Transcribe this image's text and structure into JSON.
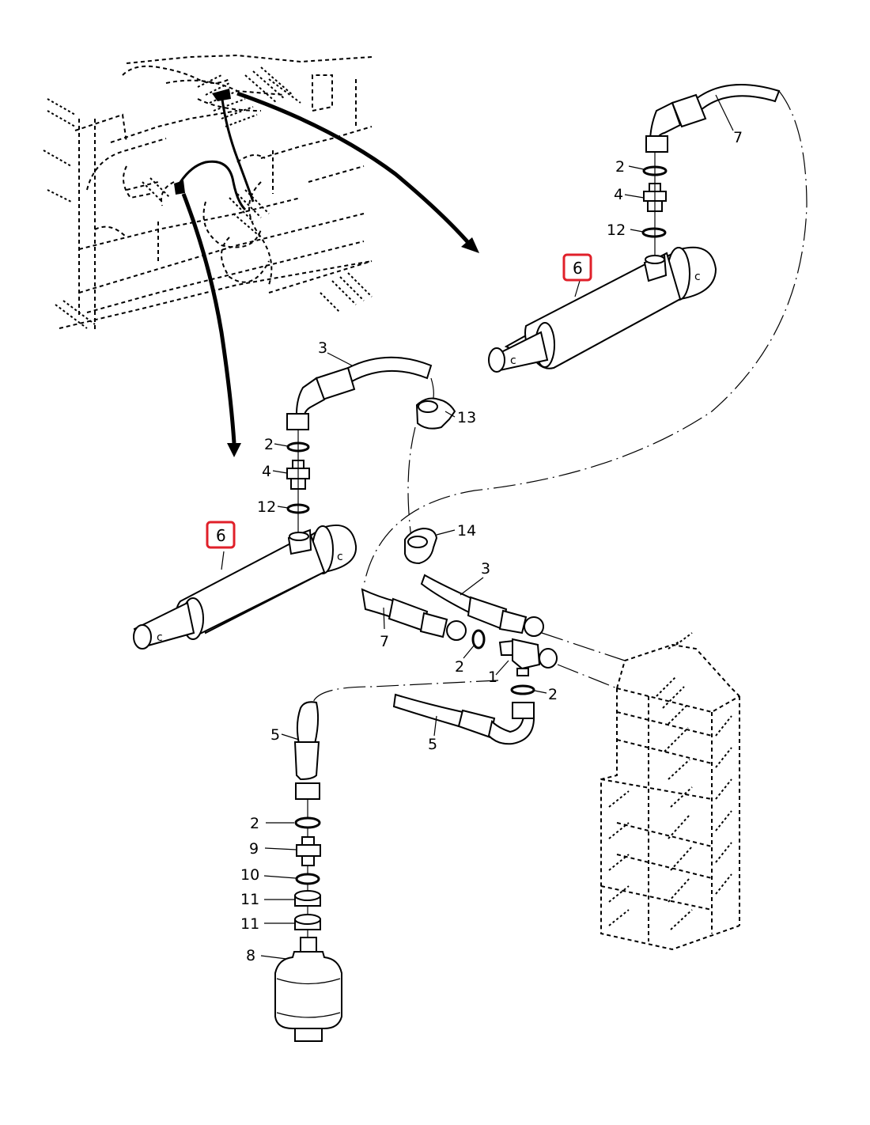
{
  "diagram": {
    "title": "Hydraulic cylinder and accumulator hose assembly (exploded view)",
    "highlight_color": "#e0202a",
    "callouts": [
      {
        "id": "c1",
        "text": "1"
      },
      {
        "id": "c2a",
        "text": "2"
      },
      {
        "id": "c2b",
        "text": "2"
      },
      {
        "id": "c2c",
        "text": "2"
      },
      {
        "id": "c2d",
        "text": "2"
      },
      {
        "id": "c2e",
        "text": "2"
      },
      {
        "id": "c3a",
        "text": "3"
      },
      {
        "id": "c3b",
        "text": "3"
      },
      {
        "id": "c4a",
        "text": "4"
      },
      {
        "id": "c4b",
        "text": "4"
      },
      {
        "id": "c5a",
        "text": "5"
      },
      {
        "id": "c5b",
        "text": "5"
      },
      {
        "id": "c6a",
        "text": "6"
      },
      {
        "id": "c6b",
        "text": "6"
      },
      {
        "id": "c7a",
        "text": "7"
      },
      {
        "id": "c7b",
        "text": "7"
      },
      {
        "id": "c8",
        "text": "8"
      },
      {
        "id": "c9",
        "text": "9"
      },
      {
        "id": "c10",
        "text": "10"
      },
      {
        "id": "c11a",
        "text": "11"
      },
      {
        "id": "c11b",
        "text": "11"
      },
      {
        "id": "c12a",
        "text": "12"
      },
      {
        "id": "c12b",
        "text": "12"
      },
      {
        "id": "c13",
        "text": "13"
      },
      {
        "id": "c14",
        "text": "14"
      }
    ],
    "highlighted_parts": [
      "6"
    ]
  }
}
